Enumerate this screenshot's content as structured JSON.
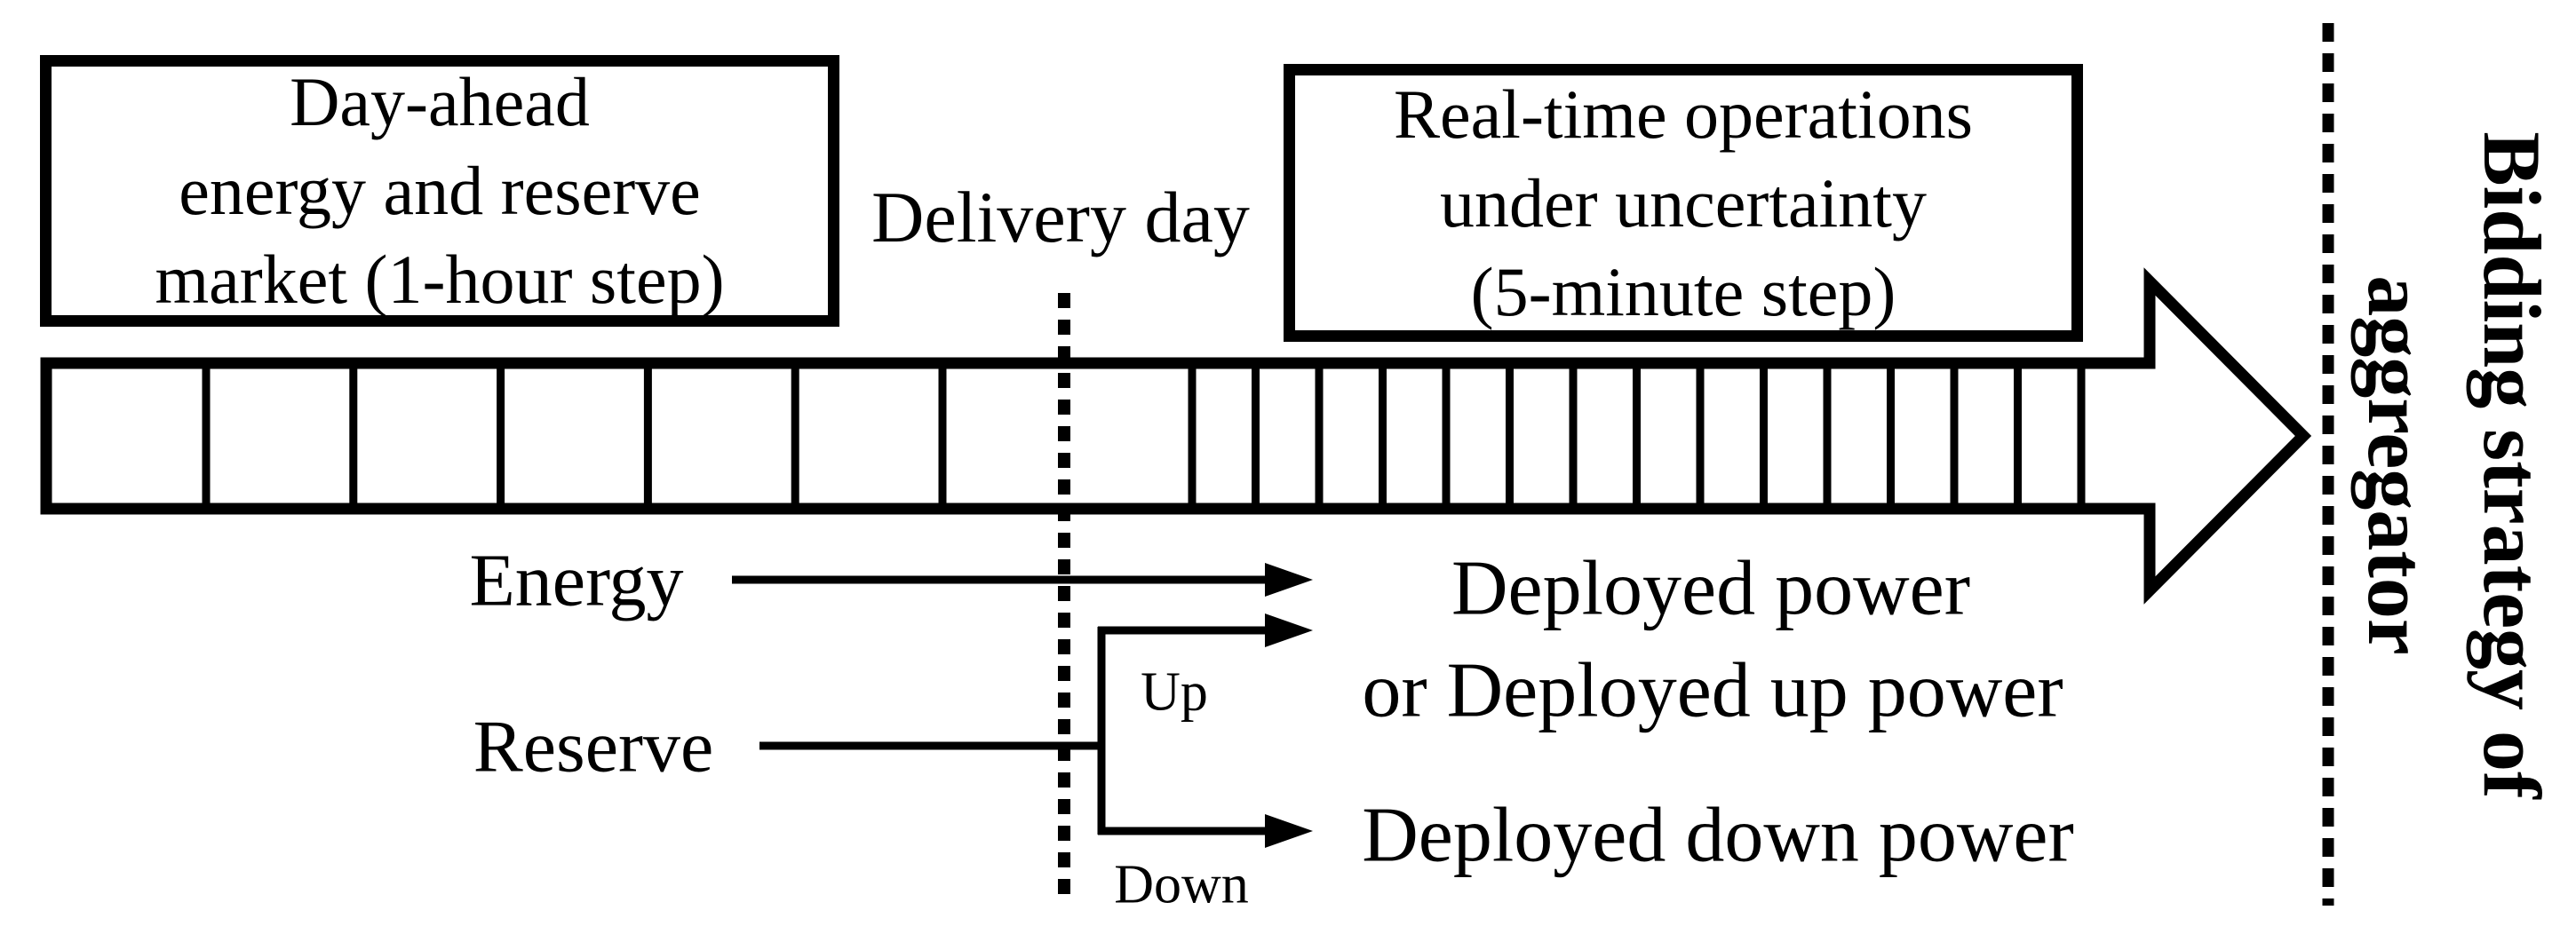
{
  "figure": {
    "colors": {
      "ink": "#000000",
      "background": "#ffffff"
    },
    "left_box": {
      "lines": [
        "Day-ahead",
        "energy and reserve",
        "market (1-hour step)"
      ]
    },
    "right_box": {
      "lines": [
        "Real-time operations",
        "under uncertainty",
        "(5-minute step)"
      ]
    },
    "delivery_day_label": "Delivery day",
    "timeline": {
      "hour_segments": 7,
      "five_minute_segments": 16
    },
    "flows": {
      "energy": "Energy",
      "reserve": "Reserve",
      "up": "Up",
      "down": "Down"
    },
    "outcomes": {
      "deployed_power": "Deployed power",
      "or_deployed_up_power": "or Deployed up power",
      "deployed_down_power": "Deployed down power"
    },
    "right_caption": {
      "line1": "Bidding strategy of",
      "line2": "aggregator"
    }
  }
}
